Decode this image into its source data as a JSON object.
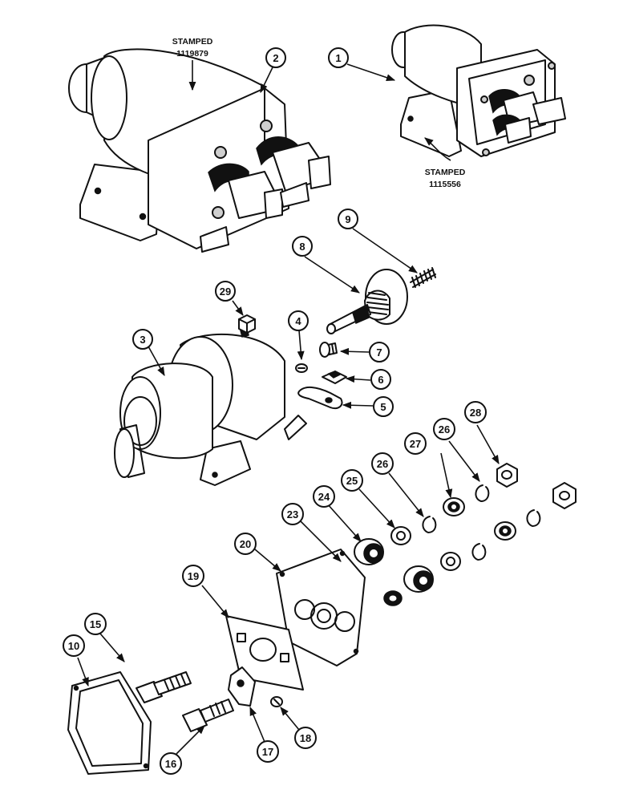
{
  "stamps": {
    "part2_line1": "STAMPED",
    "part2_line2": "1119879",
    "part1_line1": "STAMPED",
    "part1_line2": "1115556"
  },
  "callouts": {
    "c1": "1",
    "c2": "2",
    "c3": "3",
    "c4": "4",
    "c5": "5",
    "c6": "6",
    "c7": "7",
    "c8": "8",
    "c9": "9",
    "c10": "10",
    "c15": "15",
    "c16": "16",
    "c17": "17",
    "c18": "18",
    "c19": "19",
    "c20": "20",
    "c23": "23",
    "c24": "24",
    "c25": "25",
    "c26a": "26",
    "c26b": "26",
    "c27": "27",
    "c28": "28",
    "c29": "29"
  }
}
